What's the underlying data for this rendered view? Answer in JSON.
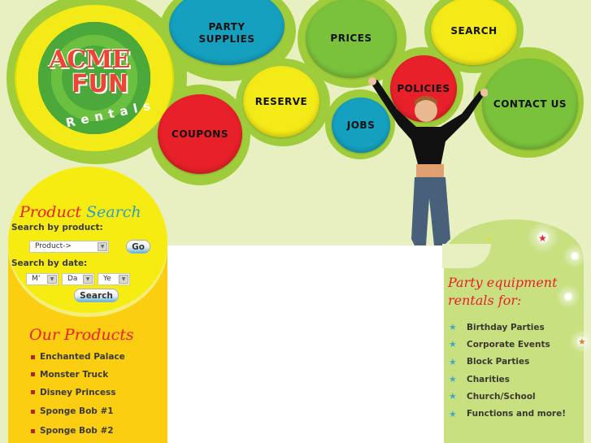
{
  "logo": {
    "line1": "ACME",
    "line2": "FUN",
    "line3": "Rentals"
  },
  "nav": {
    "party_supplies": "PARTY SUPPLIES",
    "prices": "PRICES",
    "search": "SEARCH",
    "policies": "POLICIES",
    "reserve": "RESERVE",
    "jobs": "JOBS",
    "contact_us": "CONTACT US",
    "coupons": "COUPONS"
  },
  "product_search": {
    "title_word1": "Product",
    "title_word2": "Search",
    "by_product_label": "Search by product:",
    "product_select": "Product->",
    "go_button": "Go",
    "by_date_label": "Search by date:",
    "month_select": "M‘",
    "day_select": "Da",
    "year_select": "Ye",
    "search_button": "Search"
  },
  "our_products": {
    "title": "Our Products",
    "items": [
      "Enchanted Palace",
      "Monster Truck",
      "Disney Princess",
      "Sponge Bob #1",
      "Sponge Bob #2"
    ]
  },
  "rentals_panel": {
    "title_line1": "Party equipment",
    "title_line2": "rentals for:",
    "items": [
      "Birthday Parties",
      "Corporate Events",
      "Block Parties",
      "Charities",
      "Church/School",
      "Functions and more!"
    ]
  },
  "colors": {
    "background": "#e8efc0",
    "bubble_green": "#9fcc3a",
    "blue": "#15a0c0",
    "green": "#7ac23c",
    "yellow": "#f4ea18",
    "red": "#e8202a",
    "sidebar_orange": "#fcce12"
  }
}
